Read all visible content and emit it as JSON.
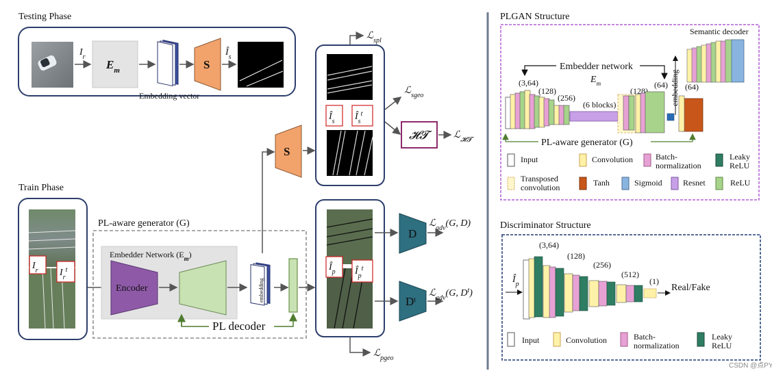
{
  "left": {
    "testing_phase_title": "Testing Phase",
    "train_phase_title": "Train Phase",
    "input_label": "I",
    "input_label_sub": "r",
    "embedder_block": "E",
    "embedder_block_sub": "m",
    "embedding_vector_label": "Embedding vector",
    "s_block": "S",
    "s_hat_label": "Î",
    "s_hat_sub": "s",
    "loss_spl": "ℒ",
    "loss_spl_sub": "spl",
    "loss_sgeo": "ℒ",
    "loss_sgeo_sub": "sgeo",
    "ht_block": "𝓗𝓣",
    "loss_ht": "ℒ",
    "loss_ht_sub": "𝓗𝓣",
    "pred_is_label": "Î",
    "pred_is_sub": "s",
    "pred_ist_label": "Î",
    "pred_ist_sub": "s",
    "pred_ist_sup": "t",
    "train_ir_label": "I",
    "train_ir_sub": "r",
    "train_irt_label": "I",
    "train_irt_sub": "r",
    "train_irt_sup": "t",
    "generator_title": "PL-aware generator (G)",
    "embedder_network_title": "Embedder Network (E",
    "embedder_network_sub": "m",
    "encoder_label": "Encoder",
    "embedding_small": "embedding",
    "pl_decoder_label": "PL decoder",
    "pred_ip_label": "Î",
    "pred_ip_sub": "p",
    "pred_ipt_label": "Î",
    "pred_ipt_sub": "p",
    "pred_ipt_sup": "t",
    "d_block": "D",
    "dt_block": "D",
    "dt_sup": "t",
    "loss_adv1": "ℒ",
    "loss_adv1_sub": "adv",
    "loss_adv1_args": "(G, D)",
    "loss_adv2": "ℒ",
    "loss_adv2_sub": "adv",
    "loss_adv2_args": "(G, D",
    "loss_adv2_sup": "t",
    "loss_adv2_close": ")",
    "loss_pgeo": "ℒ",
    "loss_pgeo_sub": "pgeo"
  },
  "right": {
    "plgan_title": "PLGAN Structure",
    "semantic_decoder": "Semantic decoder",
    "embedder_network": "Embedder network",
    "em_label": "E",
    "em_sub": "m",
    "dim_364": "(3,64)",
    "dim_128a": "(128)",
    "dim_256": "(256)",
    "six_blocks": "(6 blocks)",
    "dim_128b": "(128)",
    "dim_64a": "(64)",
    "dim_64b": "(64)",
    "embedding_rot": "embedding",
    "pl_aware_generator": "PL-aware generator (G)",
    "legend": {
      "input": "Input",
      "convolution": "Convolution",
      "batchnorm_1": "Batch-",
      "batchnorm_2": "normalization",
      "leaky_1": "Leaky",
      "leaky_2": "ReLU",
      "transposed_1": "Transposed",
      "transposed_2": "convolution",
      "tanh": "Tanh",
      "sigmoid": "Sigmoid",
      "resnet": "Resnet",
      "relu": "ReLU"
    },
    "disc_title": "Discriminator Structure",
    "disc_dim_364": "(3,64)",
    "disc_dim_128": "(128)",
    "disc_dim_256": "(256)",
    "disc_dim_512": "(512)",
    "disc_dim_1": "(1)",
    "disc_input_label": "Î",
    "disc_input_sub": "p",
    "real_fake": "Real/Fake",
    "disc_legend": {
      "input": "Input",
      "convolution": "Convolution",
      "batchnorm_1": "Batch-",
      "batchnorm_2": "normalization",
      "leaky_1": "Leaky",
      "leaky_2": "ReLU"
    },
    "watermark": "CSDN @点PY"
  },
  "colors": {
    "panel_border": "#2c3e6b",
    "plgan_border": "#b45bd6",
    "disc_border": "#1f3b73",
    "s_orange": "#f2a36b",
    "d_teal": "#2e6f80",
    "encoder_purple": "#8e5aa8",
    "decoder_green": "#c9e2b3",
    "ht_border": "#8b2a6b",
    "label_red": "#d02020",
    "conv_yellow": "#fff2a8",
    "bn_pink": "#e7a1d4",
    "leaky_green": "#2f7d62",
    "relu_green": "#a7d38b",
    "sigmoid_blue": "#8ab4e0",
    "tanh_orange": "#c8561a",
    "resnet_purple": "#c8a0e8"
  }
}
